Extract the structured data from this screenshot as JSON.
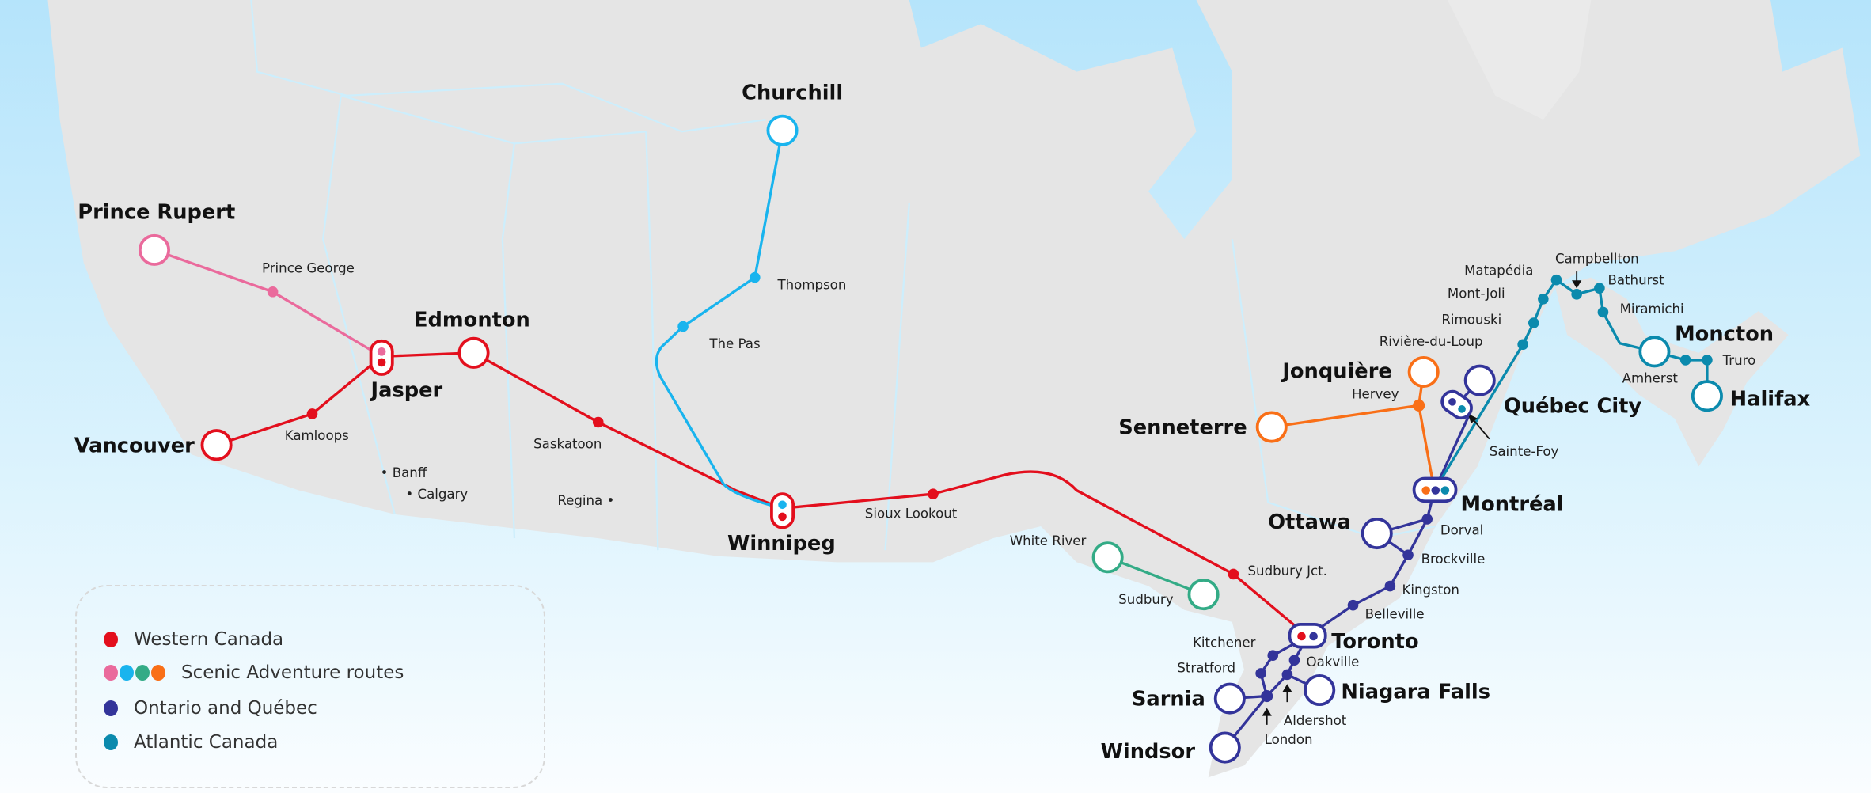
{
  "colors": {
    "western": "#e30f1d",
    "pink": "#ea6a9c",
    "lightblue": "#19b4ee",
    "green": "#33ab86",
    "orange": "#f96f17",
    "ontario": "#33349a",
    "atlantic": "#0b8aad",
    "land": "#e5e5e5"
  },
  "cities": {
    "churchill": "Churchill",
    "prince_rupert": "Prince Rupert",
    "edmonton": "Edmonton",
    "jasper": "Jasper",
    "vancouver": "Vancouver",
    "winnipeg": "Winnipeg",
    "jonquiere": "Jonquière",
    "senneterre": "Senneterre",
    "quebec_city": "Québec City",
    "montreal": "Montréal",
    "ottawa": "Ottawa",
    "toronto": "Toronto",
    "sarnia": "Sarnia",
    "niagara_falls": "Niagara Falls",
    "windsor": "Windsor",
    "moncton": "Moncton",
    "halifax": "Halifax"
  },
  "stops": {
    "prince_george": "Prince George",
    "thompson": "Thompson",
    "the_pas": "The Pas",
    "kamloops": "Kamloops",
    "banff": "• Banff",
    "calgary": "• Calgary",
    "saskatoon": "Saskatoon",
    "regina": "Regina •",
    "sioux_lookout": "Sioux Lookout",
    "white_river": "White River",
    "sudbury": "Sudbury",
    "sudbury_jct": "Sudbury Jct.",
    "kitchener": "Kitchener",
    "stratford": "Stratford",
    "oakville": "Oakville",
    "aldershot": "Aldershot",
    "london": "London",
    "belleville": "Belleville",
    "kingston": "Kingston",
    "brockville": "Brockville",
    "dorval": "Dorval",
    "hervey": "Hervey",
    "riviere_du_loup": "Rivière-du-Loup",
    "rimouski": "Rimouski",
    "mont_joli": "Mont-Joli",
    "matapedia": "Matapédia",
    "campbellton": "Campbellton",
    "bathurst": "Bathurst",
    "miramichi": "Miramichi",
    "amherst": "Amherst",
    "truro": "Truro",
    "sainte_foy": "Sainte-Foy"
  },
  "legend": [
    {
      "label": "Western Canada",
      "colors": [
        "#e30f1d"
      ]
    },
    {
      "label": "Scenic Adventure routes",
      "colors": [
        "#ea6a9c",
        "#19b4ee",
        "#33ab86",
        "#f96f17"
      ]
    },
    {
      "label": "Ontario and Québec",
      "colors": [
        "#33349a"
      ]
    },
    {
      "label": "Atlantic Canada",
      "colors": [
        "#0b8aad"
      ]
    }
  ]
}
